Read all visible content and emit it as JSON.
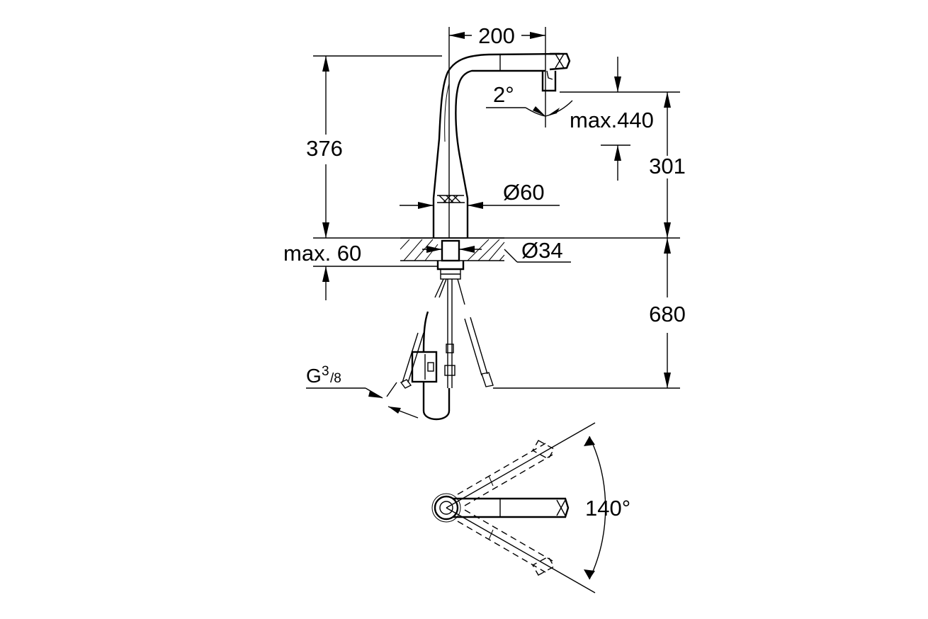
{
  "dimensions": {
    "spout_reach": "200",
    "spout_angle": "2°",
    "max_pullout": "max.440",
    "height_total": "376",
    "spout_height": "301",
    "base_diameter": "Ø60",
    "hole_diameter": "Ø34",
    "max_deck": "max. 60",
    "hose_length": "680",
    "connection_base": "G",
    "connection_sup": "3",
    "connection_sub": "/8",
    "swivel_angle": "140°"
  }
}
